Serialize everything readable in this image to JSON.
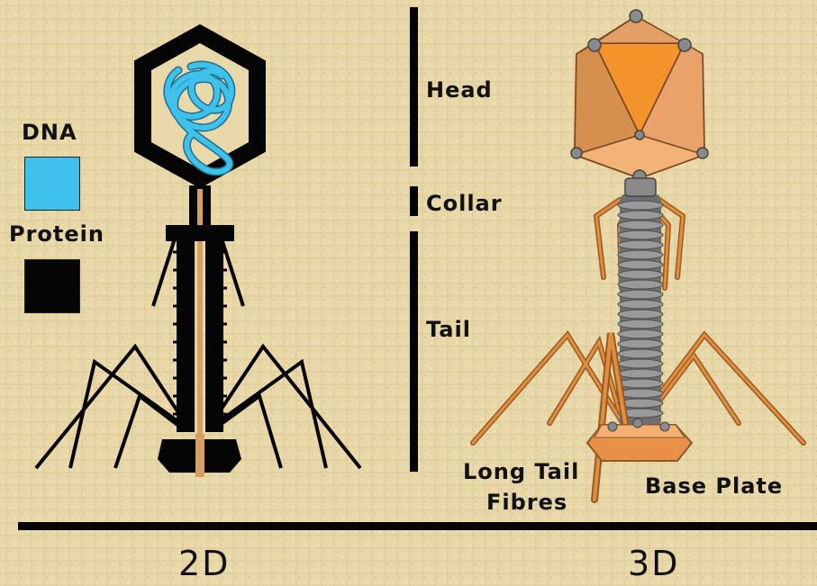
{
  "legend": {
    "items": [
      {
        "label": "DNA",
        "color": "#3fc1ec"
      },
      {
        "label": "Protein",
        "color": "#050505"
      }
    ]
  },
  "parts": {
    "head": "Head",
    "collar": "Collar",
    "tail": "Tail",
    "long_tail_fibres_line1": "Long Tail",
    "long_tail_fibres_line2": "Fibres",
    "base_plate": "Base Plate"
  },
  "views": {
    "left": "2D",
    "right": "3D"
  },
  "colors": {
    "background": "#e9d8a9",
    "protein": "#050505",
    "dna": "#3fc1ec",
    "capsid_orange": "#f0a25a",
    "capsid_dark": "#c97f3f",
    "tail_gray": "#8a8a8a",
    "fibre_orange": "#d98a3c"
  }
}
